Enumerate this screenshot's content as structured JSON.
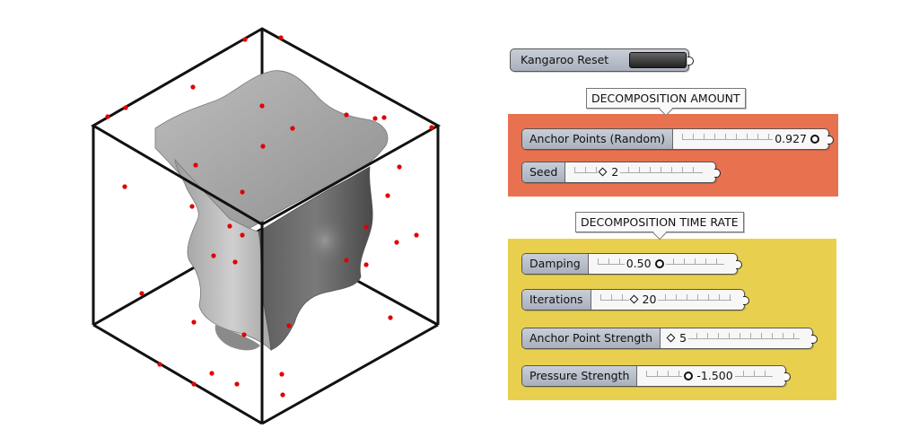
{
  "reset": {
    "label": "Kangaroo Reset"
  },
  "groups": {
    "amount": {
      "title": "DECOMPOSITION AMOUNT",
      "color": "#e8714f"
    },
    "rate": {
      "title": "DECOMPOSITION TIME RATE",
      "color": "#e8d04e"
    }
  },
  "sliders": {
    "anchor_points": {
      "label": "Anchor Points (Random)",
      "value": "0.927",
      "knob": "circle"
    },
    "seed": {
      "label": "Seed",
      "value": "2",
      "knob": "diamond"
    },
    "damping": {
      "label": "Damping",
      "value": "0.50",
      "knob": "circle"
    },
    "iterations": {
      "label": "Iterations",
      "value": "20",
      "knob": "diamond"
    },
    "anchor_strength": {
      "label": "Anchor Point Strength",
      "value": "5",
      "knob": "diamond"
    },
    "pressure": {
      "label": "Pressure Strength",
      "value": "-1.500",
      "knob": "circle"
    }
  },
  "viewport": {
    "anchor_point_color": "#e00000",
    "surface_color": "#9a9a9a",
    "box_color": "#111111"
  }
}
